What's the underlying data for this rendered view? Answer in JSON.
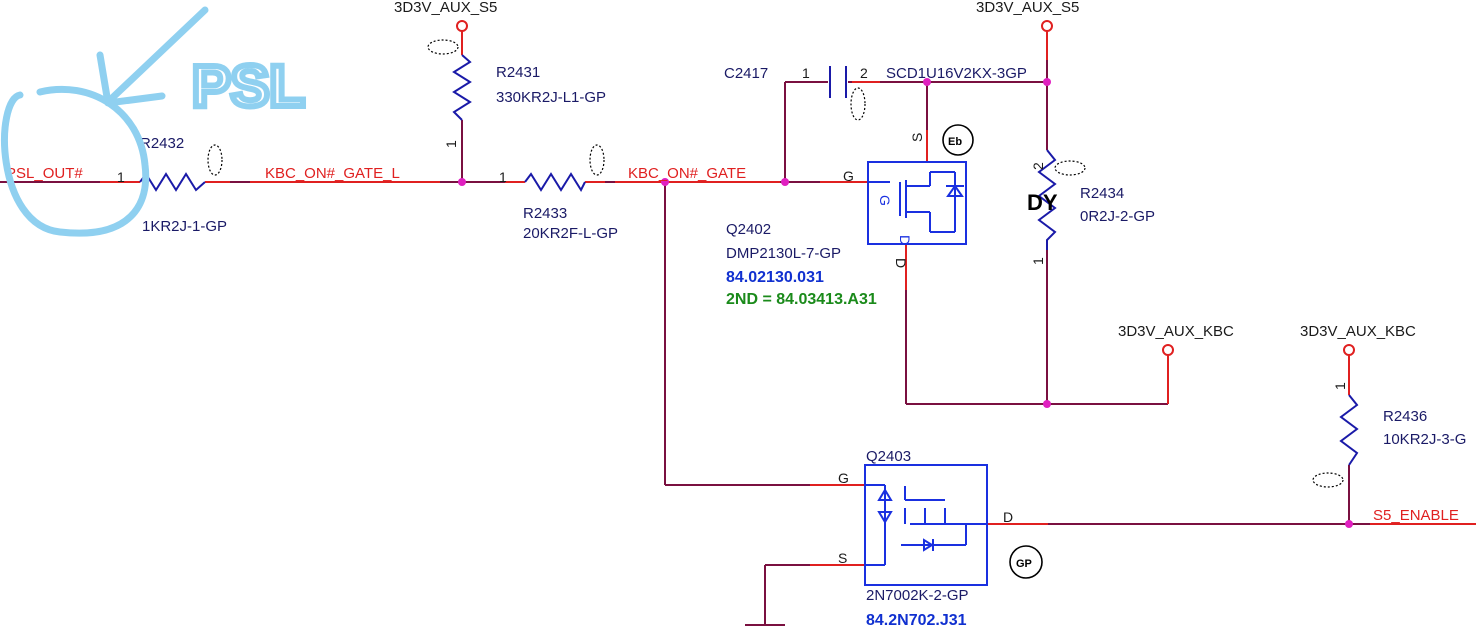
{
  "annotation": {
    "text": "PSL"
  },
  "power": {
    "aux_s5_left": "3D3V_AUX_S5",
    "aux_s5_right": "3D3V_AUX_S5",
    "aux_kbc_1": "3D3V_AUX_KBC",
    "aux_kbc_2": "3D3V_AUX_KBC"
  },
  "nets": {
    "psl_out": "PSL_OUT#",
    "kbc_on_gate_l": "KBC_ON#_GATE_L",
    "kbc_on_gate": "KBC_ON#_GATE",
    "s5_enable": "S5_ENABLE"
  },
  "components": {
    "r2431": {
      "ref": "R2431",
      "value": "330KR2J-L1-GP",
      "pin1": "1"
    },
    "r2432": {
      "ref": "R2432",
      "value": "1KR2J-1-GP",
      "pin1": "1"
    },
    "r2433": {
      "ref": "R2433",
      "value": "20KR2F-L-GP",
      "pin1": "1"
    },
    "c2417": {
      "ref": "C2417",
      "value": "SCD1U16V2KX-3GP",
      "pin1": "1",
      "pin2": "2"
    },
    "q2402": {
      "ref": "Q2402",
      "value": "DMP2130L-7-GP",
      "part_no": "84.02130.031",
      "second_source": "2ND = 84.03413.A31",
      "pin_g": "G",
      "pin_s": "S",
      "pin_d": "D"
    },
    "r2434": {
      "ref": "R2434",
      "value": "0R2J-2-GP",
      "pin1": "1",
      "pin2": "2",
      "variant": "DY"
    },
    "r2436": {
      "ref": "R2436",
      "value": "10KR2J-3-G",
      "pin1": "1"
    },
    "q2403": {
      "ref": "Q2403",
      "value": "2N7002K-2-GP",
      "part_no": "84.2N702.J31",
      "pin_g": "G",
      "pin_s": "S",
      "pin_d": "D"
    }
  },
  "stamps": {
    "eb": "Eb",
    "gp": "GP"
  }
}
